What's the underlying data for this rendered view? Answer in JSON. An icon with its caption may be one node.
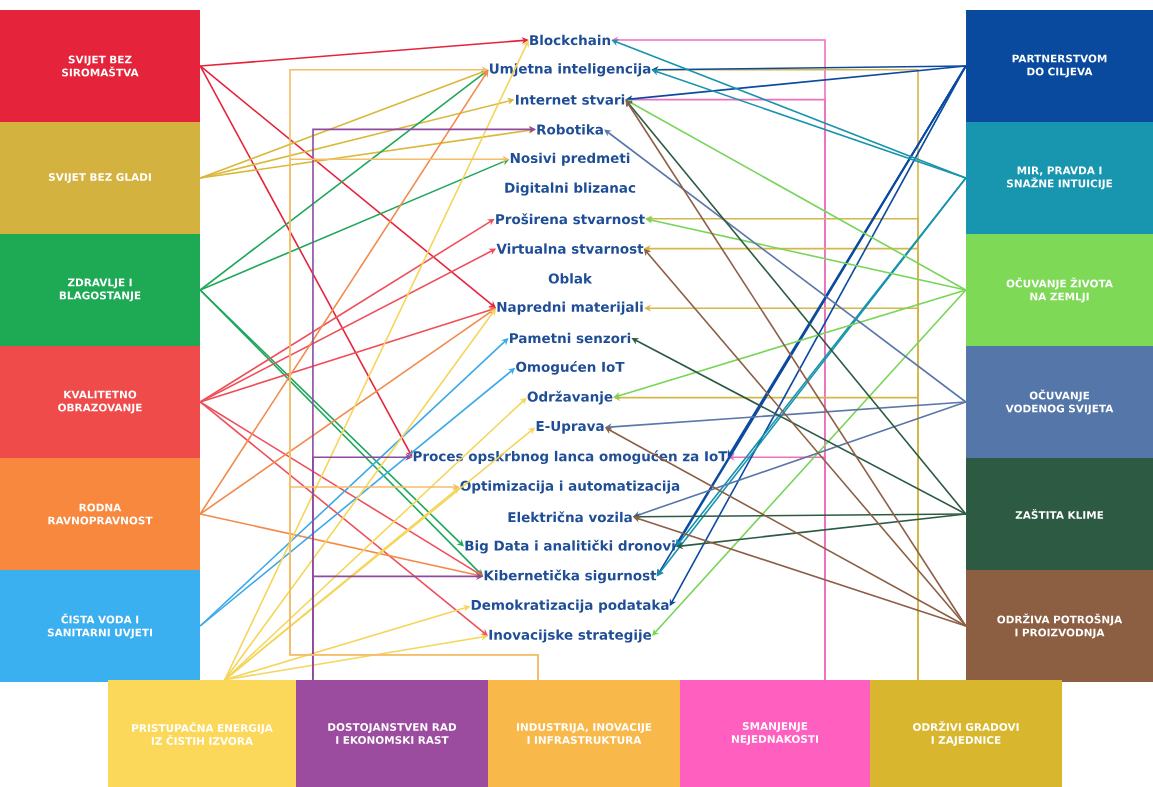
{
  "diagram": {
    "nodes": [
      {
        "text": [
          "SVIJET BEZ SIROMAŠTVA"
        ]
      },
      {
        "text": [
          "SVIJET BEZ GLADI"
        ]
      },
      {
        "text": [
          "ZDRAVLJE I BLAGOSTANJE"
        ]
      },
      {
        "text": [
          "KVALITETNO OBRAZOVANJE"
        ]
      },
      {
        "text": [
          "RODNA RAVNOPRAVNOST"
        ]
      },
      {
        "text": [
          "ČISTA VODA I SANITARNI UVJETI"
        ]
      },
      {
        "text": [
          "PARTNERSTVOM DO CILJEVA"
        ]
      },
      {
        "text": [
          "MIR, PRAVDA I SNAŽNE INTUICIJE"
        ]
      },
      {
        "text": [
          "OČUVANJE ŽIVOTA NA ZEMLJI"
        ]
      },
      {
        "text": [
          "OČUVANJE VODENOG SVIJETA"
        ]
      },
      {
        "text": [
          "ZAŠTITA KLIME"
        ]
      },
      {
        "text": [
          "ODRŽIVA POTROŠNJA I PROIZVODNJA"
        ]
      },
      {
        "text": [
          "PRISTUPAČNA ENERGIJA IZ ČISTIH IZVORA"
        ]
      },
      {
        "text": [
          "DOSTOJANSTVEN RAD I EKONOMSKI RAST"
        ]
      },
      {
        "text": [
          "INDUSTRIJA, INOVACIJE I INFRASTRUKTURA"
        ]
      },
      {
        "text": [
          "SMANJENJE NEJEDNAKOSTI"
        ]
      },
      {
        "text": [
          "ODRŽIVI GRADOVI I ZAJEDNICE"
        ]
      },
      {
        "text": [
          "Blockchain"
        ]
      },
      {
        "text": [
          "Umjetna inteligencija"
        ]
      },
      {
        "text": [
          "Internet stvari"
        ]
      },
      {
        "text": [
          "Robotika"
        ]
      },
      {
        "text": [
          "Nosivi predmeti"
        ]
      },
      {
        "text": [
          "Digitalni blizanac"
        ]
      },
      {
        "text": [
          "Proširena stvarnost"
        ]
      },
      {
        "text": [
          "Virtualna stvarnost"
        ]
      },
      {
        "text": [
          "Oblak"
        ]
      },
      {
        "text": [
          "Napredni materijali"
        ]
      },
      {
        "text": [
          "Pametni senzori"
        ]
      },
      {
        "text": [
          "Omogućen IoT"
        ]
      },
      {
        "text": [
          "Održavanje"
        ]
      },
      {
        "text": [
          "E-Uprava"
        ]
      },
      {
        "text": [
          "Proces opskrbnog lanca omogućen za IoT"
        ]
      },
      {
        "text": [
          "Optimizacija i automatizacija"
        ]
      },
      {
        "text": [
          "Električna vozila"
        ]
      },
      {
        "text": [
          "Big Data i analitički dronovi"
        ]
      },
      {
        "text": [
          "Kibernetička sigurnost"
        ]
      },
      {
        "text": [
          "Demokratizacija podataka"
        ]
      },
      {
        "text": [
          "Inovacijske strategije"
        ]
      }
    ],
    "edges": [
      {
        "from": 0,
        "to": 17,
        "arrow": "to",
        "color": "#e5243b"
      },
      {
        "from": 0,
        "to": 26,
        "arrow": "to",
        "color": "#e5243b"
      },
      {
        "from": 0,
        "to": 31,
        "arrow": "to",
        "color": "#e5243b"
      },
      {
        "from": 1,
        "to": 18,
        "arrow": "to",
        "color": "#d9b83a"
      },
      {
        "from": 1,
        "to": 19,
        "arrow": "to",
        "color": "#d9b83a"
      },
      {
        "from": 1,
        "to": 20,
        "arrow": "to",
        "color": "#d9b83a"
      },
      {
        "from": 2,
        "to": 18,
        "arrow": "to",
        "color": "#1ea75a"
      },
      {
        "from": 2,
        "to": 21,
        "arrow": "to",
        "color": "#1ea75a"
      },
      {
        "from": 2,
        "to": 34,
        "arrow": "to",
        "color": "#1ea75a"
      },
      {
        "from": 2,
        "to": 35,
        "arrow": "to",
        "color": "#1ea75a"
      },
      {
        "from": 3,
        "to": 23,
        "arrow": "to",
        "color": "#ef4f5a"
      },
      {
        "from": 3,
        "to": 24,
        "arrow": "to",
        "color": "#ef4f5a"
      },
      {
        "from": 3,
        "to": 26,
        "arrow": "to",
        "color": "#ef4f5a"
      },
      {
        "from": 3,
        "to": 35,
        "arrow": "to",
        "color": "#ef4f5a"
      },
      {
        "from": 3,
        "to": 37,
        "arrow": "to",
        "color": "#ef4f5a"
      },
      {
        "from": 4,
        "to": 18,
        "arrow": "to",
        "color": "#f28a4a"
      },
      {
        "from": 4,
        "to": 26,
        "arrow": "to",
        "color": "#f28a4a"
      },
      {
        "from": 4,
        "to": 35,
        "arrow": "to",
        "color": "#f28a4a"
      },
      {
        "from": 5,
        "to": 27,
        "arrow": "to",
        "color": "#3aa9e8"
      },
      {
        "from": 5,
        "to": 28,
        "arrow": "to",
        "color": "#3aa9e8"
      },
      {
        "from": 12,
        "to": 17,
        "arrow": "to",
        "color": "#f5d55a"
      },
      {
        "from": 12,
        "to": 26,
        "arrow": "to",
        "color": "#f5d55a"
      },
      {
        "from": 12,
        "to": 29,
        "arrow": "to",
        "color": "#f5d55a"
      },
      {
        "from": 12,
        "to": 30,
        "arrow": "to",
        "color": "#f5d55a"
      },
      {
        "from": 12,
        "to": 32,
        "arrow": "to",
        "color": "#f5d55a"
      },
      {
        "from": 12,
        "to": 36,
        "arrow": "to",
        "color": "#f5d55a"
      },
      {
        "from": 12,
        "to": 37,
        "arrow": "to",
        "color": "#f5d55a"
      },
      {
        "from": 13,
        "to": 20,
        "arrow": "to",
        "color": "#8e4a9e"
      },
      {
        "from": 13,
        "to": 31,
        "arrow": "to",
        "color": "#8e4a9e"
      },
      {
        "from": 13,
        "to": 35,
        "arrow": "to",
        "color": "#8e4a9e"
      },
      {
        "from": 14,
        "to": 18,
        "arrow": "to",
        "color": "#f3bd6a"
      },
      {
        "from": 14,
        "to": 21,
        "arrow": "to",
        "color": "#f3bd6a"
      },
      {
        "from": 14,
        "to": 32,
        "arrow": "to",
        "color": "#f3bd6a"
      },
      {
        "from": 15,
        "to": 17,
        "arrow": "to",
        "color": "#ee6fc0"
      },
      {
        "from": 15,
        "to": 19,
        "arrow": "to",
        "color": "#ee6fc0"
      },
      {
        "from": 15,
        "to": 31,
        "arrow": "to",
        "color": "#ee6fc0"
      },
      {
        "from": 16,
        "to": 18,
        "arrow": "to",
        "color": "#d4b64a"
      },
      {
        "from": 16,
        "to": 23,
        "arrow": "to",
        "color": "#d4b64a"
      },
      {
        "from": 16,
        "to": 24,
        "arrow": "to",
        "color": "#d4b64a"
      },
      {
        "from": 16,
        "to": 26,
        "arrow": "to",
        "color": "#d4b64a"
      },
      {
        "from": 16,
        "to": 29,
        "arrow": "to",
        "color": "#d4b64a"
      },
      {
        "from": 6,
        "to": 18,
        "arrow": "to",
        "color": "#0b4aa0"
      },
      {
        "from": 6,
        "to": 19,
        "arrow": "to",
        "color": "#0b4aa0"
      },
      {
        "from": 6,
        "to": 31,
        "arrow": "to",
        "color": "#0b4aa0"
      },
      {
        "from": 6,
        "to": 34,
        "arrow": "to",
        "color": "#0b4aa0"
      },
      {
        "from": 6,
        "to": 35,
        "arrow": "to",
        "color": "#0b4aa0"
      },
      {
        "from": 6,
        "to": 36,
        "arrow": "to",
        "color": "#0b4aa0"
      },
      {
        "from": 7,
        "to": 17,
        "arrow": "to",
        "color": "#1893ad"
      },
      {
        "from": 7,
        "to": 18,
        "arrow": "to",
        "color": "#1893ad"
      },
      {
        "from": 7,
        "to": 34,
        "arrow": "to",
        "color": "#1893ad"
      },
      {
        "from": 7,
        "to": 35,
        "arrow": "to",
        "color": "#1893ad"
      },
      {
        "from": 8,
        "to": 19,
        "arrow": "to",
        "color": "#78d558"
      },
      {
        "from": 8,
        "to": 23,
        "arrow": "to",
        "color": "#78d558"
      },
      {
        "from": 8,
        "to": 29,
        "arrow": "to",
        "color": "#78d558"
      },
      {
        "from": 8,
        "to": 37,
        "arrow": "to",
        "color": "#78d558"
      },
      {
        "from": 9,
        "to": 20,
        "arrow": "to",
        "color": "#5a77a8"
      },
      {
        "from": 9,
        "to": 30,
        "arrow": "to",
        "color": "#5a77a8"
      },
      {
        "from": 9,
        "to": 33,
        "arrow": "to",
        "color": "#5a77a8"
      },
      {
        "from": 10,
        "to": 19,
        "arrow": "to",
        "color": "#2c5a42"
      },
      {
        "from": 10,
        "to": 27,
        "arrow": "to",
        "color": "#2c5a42"
      },
      {
        "from": 10,
        "to": 33,
        "arrow": "to",
        "color": "#2c5a42"
      },
      {
        "from": 10,
        "to": 34,
        "arrow": "to",
        "color": "#2c5a42"
      },
      {
        "from": 11,
        "to": 19,
        "arrow": "to",
        "color": "#8d5f45"
      },
      {
        "from": 11,
        "to": 24,
        "arrow": "to",
        "color": "#8d5f45"
      },
      {
        "from": 11,
        "to": 30,
        "arrow": "to",
        "color": "#8d5f45"
      },
      {
        "from": 11,
        "to": 33,
        "arrow": "to",
        "color": "#8d5f45"
      }
    ]
  }
}
